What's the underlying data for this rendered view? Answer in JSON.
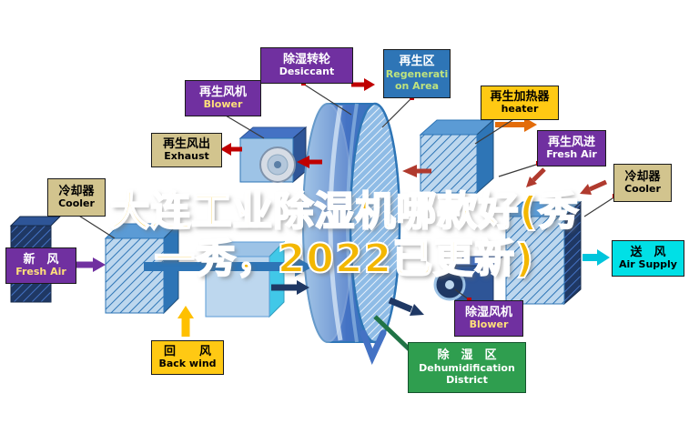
{
  "watermark": {
    "line1": "大连工业除湿机哪款好(秀",
    "line2": "一秀，2022已更新)"
  },
  "labels": {
    "desiccant": {
      "zh": "除湿转轮",
      "en": "Desiccant"
    },
    "regeneration": {
      "zh": "再生区",
      "en": "Regeneration Area"
    },
    "regen_fan": {
      "zh": "再生风机",
      "en": "Blower"
    },
    "regen_heater": {
      "zh": "再生加热器",
      "en": "heater"
    },
    "regen_out": {
      "zh": "再生风出",
      "en": "Exhaust"
    },
    "regen_in": {
      "zh": "再生风进",
      "en": "Fresh Air"
    },
    "cooler_left": {
      "zh": "冷却器",
      "en": "Cooler"
    },
    "cooler_right": {
      "zh": "冷却器",
      "en": "Cooler"
    },
    "fresh_air": {
      "zh": "新　风",
      "en": "Fresh Air"
    },
    "back_wind": {
      "zh": "回　　风",
      "en": "Back wind"
    },
    "air_supply": {
      "zh": "送　风",
      "en": "Air Supply"
    },
    "dehumid_fan": {
      "zh": "除湿风机",
      "en": "Blower"
    },
    "dehumid_area": {
      "zh": "除　湿　区",
      "en": "Dehumidification District"
    }
  },
  "colors": {
    "wheel_blue": "#4472C4",
    "label_purple": "#7030A0",
    "label_blue": "#2E75B6",
    "label_yellow": "#FFC913",
    "label_tan": "#D2C48E",
    "label_cyan": "#00E0E6",
    "label_green": "#2F9E4F",
    "arrow_red": "#C00000",
    "arrow_dark_red": "#B03A2E",
    "arrow_orange": "#E36C0A",
    "arrow_blue": "#2E75B6",
    "arrow_navy": "#1F3864",
    "arrow_cyan": "#00C5DC",
    "arrow_yellow": "#FFC000",
    "arrow_purple": "#7030A0",
    "watermark_yellow": "#F3B700"
  }
}
